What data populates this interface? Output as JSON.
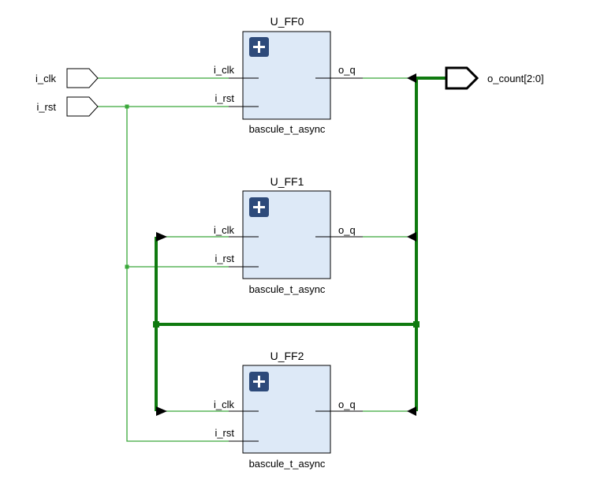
{
  "ports": {
    "inputs": [
      {
        "name": "i_clk"
      },
      {
        "name": "i_rst"
      }
    ],
    "output": {
      "name": "o_count[2:0]"
    }
  },
  "cells": [
    {
      "instance": "U_FF0",
      "type": "bascule_t_async",
      "pin_clk": "i_clk",
      "pin_rst": "i_rst",
      "pin_q": "o_q"
    },
    {
      "instance": "U_FF1",
      "type": "bascule_t_async",
      "pin_clk": "i_clk",
      "pin_rst": "i_rst",
      "pin_q": "o_q"
    },
    {
      "instance": "U_FF2",
      "type": "bascule_t_async",
      "pin_clk": "i_clk",
      "pin_rst": "i_rst",
      "pin_q": "o_q"
    }
  ],
  "colors": {
    "wire": "#3aa83a",
    "bus": "#0f7a0f",
    "cell_fill": "#dde9f7",
    "expand_button": "#2d4a7a"
  },
  "icons": {
    "expand": "plus-icon"
  }
}
